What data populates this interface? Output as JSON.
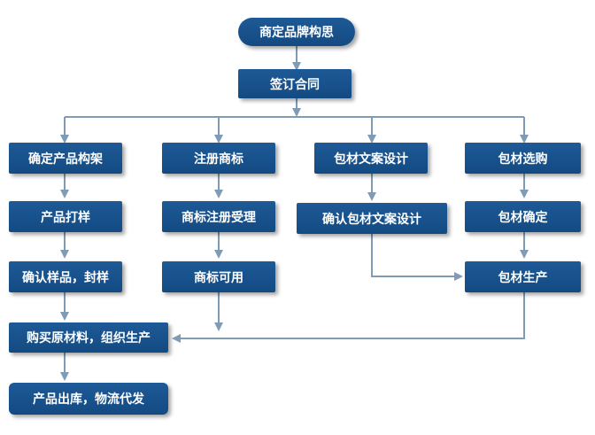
{
  "colors": {
    "box": "#1a538c",
    "connector": "#7f9bb6"
  },
  "nodes": {
    "start": "商定品牌构思",
    "sign": "签订合同",
    "col1": [
      "确定产品构架",
      "产品打样",
      "确认样品，封样"
    ],
    "col2": [
      "注册商标",
      "商标注册受理",
      "商标可用"
    ],
    "col3": [
      "包材文案设计",
      "确认包材文案设计"
    ],
    "col4": [
      "包材选购",
      "包材确定",
      "包材生产"
    ],
    "purchase": "购买原材料，组织生产",
    "finish": "产品出库，物流代发"
  }
}
